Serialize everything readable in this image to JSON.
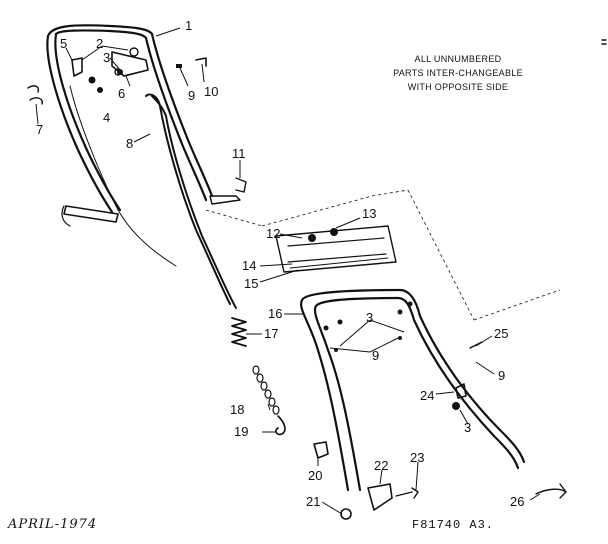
{
  "diagram": {
    "note_lines": [
      "ALL UNNUMBERED",
      "PARTS INTER-CHANGEABLE",
      "WITH OPPOSITE SIDE"
    ],
    "date_stamp": "APRIL-1974",
    "figure_code": "F81740 A3.",
    "callouts": [
      "1",
      "2",
      "3",
      "4",
      "5",
      "6",
      "7",
      "8",
      "9",
      "10",
      "11",
      "12",
      "13",
      "14",
      "15",
      "16",
      "17",
      "18",
      "19",
      "20",
      "21",
      "22",
      "23",
      "24",
      "25",
      "9",
      "3",
      "26",
      "3",
      "9",
      "9"
    ]
  }
}
